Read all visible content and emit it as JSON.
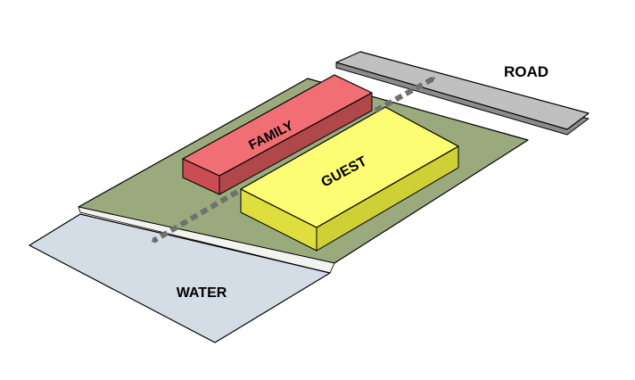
{
  "labels": {
    "road": "ROAD",
    "family": "FAMILY",
    "guest": "GUEST",
    "water": "WATER"
  },
  "colors": {
    "site": "#9aaa7c",
    "road_top": "#c0c0c0",
    "road_side": "#8c8c8c",
    "water": "#d4dde6",
    "family_top": "#f06e74",
    "family_side": "#c94d52",
    "guest_top": "#fdfd74",
    "guest_side": "#dede3e",
    "arrow": "#707070"
  },
  "icons": {
    "axis_arrow": "dashed-double-arrow-icon"
  }
}
